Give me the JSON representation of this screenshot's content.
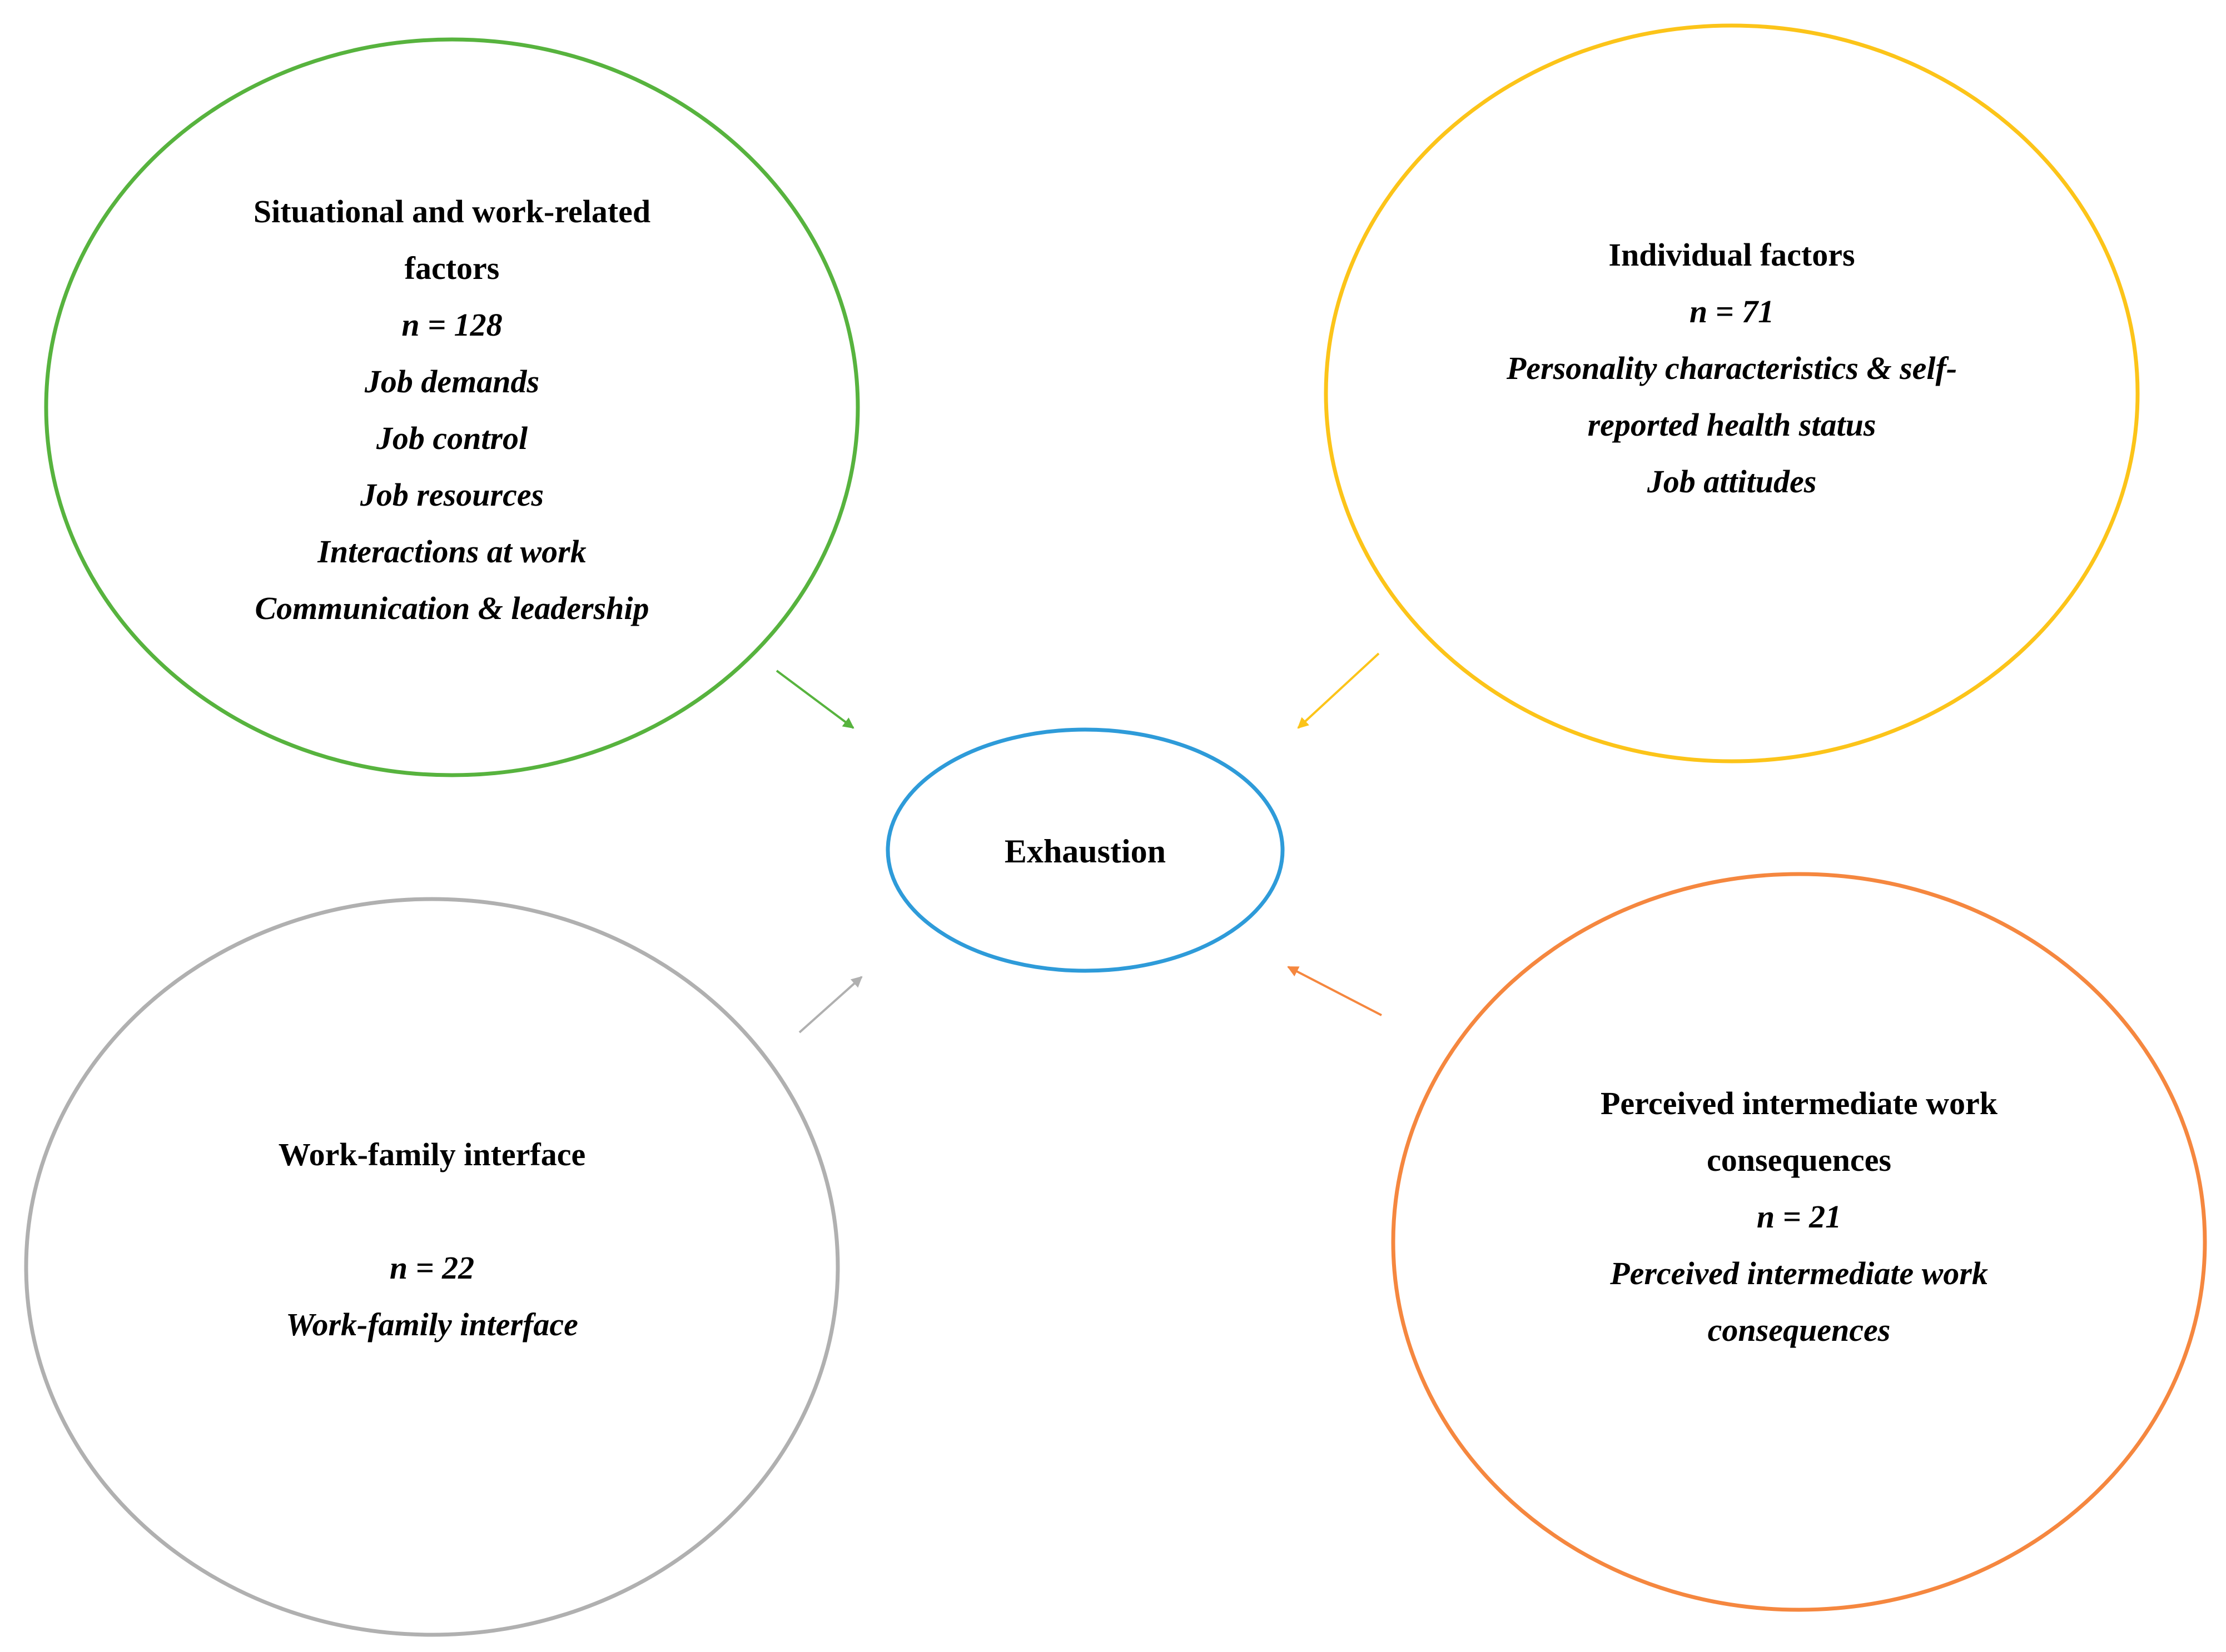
{
  "colors": {
    "situational": "#57b33e",
    "individual": "#fcc419",
    "work_family": "#b0b0b0",
    "perceived": "#f5873f",
    "center": "#2e9bd9"
  },
  "center": {
    "label": "Exhaustion"
  },
  "nodes": {
    "situational": {
      "title_line1": "Situational and work-related",
      "title_line2": "factors",
      "n": "n = 128",
      "items": [
        "Job demands",
        "Job control",
        "Job resources",
        "Interactions at work",
        "Communication & leadership"
      ]
    },
    "individual": {
      "title_line1": "Individual factors",
      "n": "n = 71",
      "items": [
        "Personality characteristics & self-",
        "reported health status",
        "Job attitudes"
      ]
    },
    "work_family": {
      "title_line1": "Work-family interface",
      "n": "n = 22",
      "items": [
        "Work-family interface"
      ]
    },
    "perceived": {
      "title_line1": "Perceived intermediate work",
      "title_line2": "consequences",
      "n": "n = 21",
      "items": [
        "Perceived intermediate work",
        "consequences"
      ]
    }
  }
}
